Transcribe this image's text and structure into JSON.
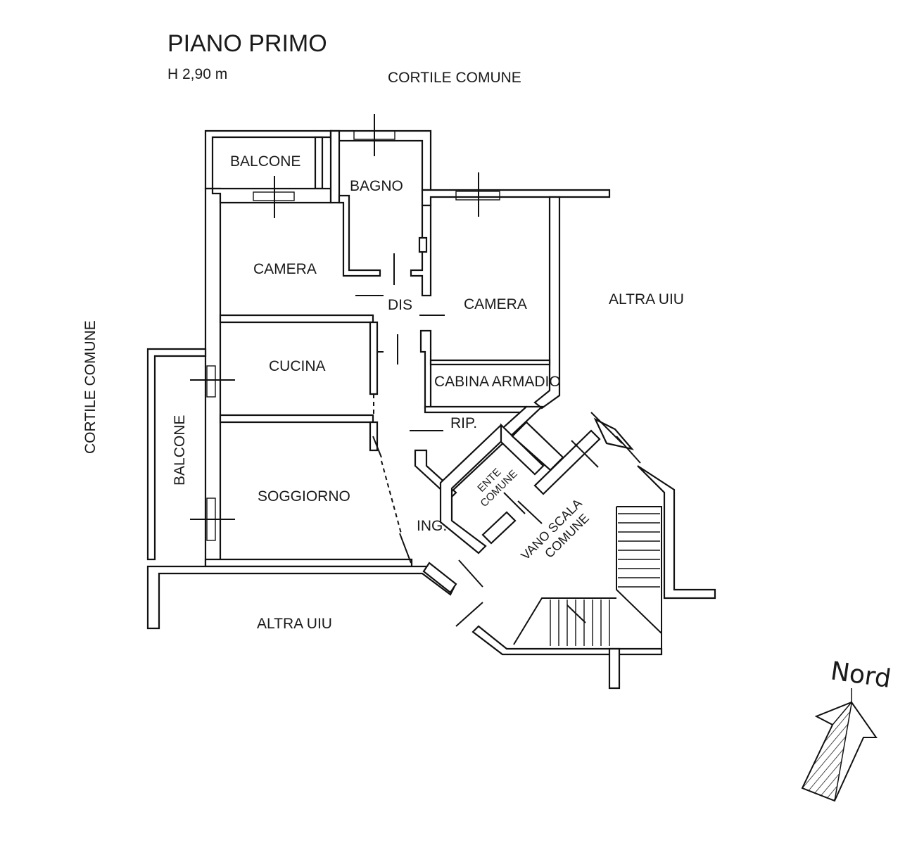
{
  "header": {
    "title": "PIANO PRIMO",
    "height": "H 2,90 m"
  },
  "surroundings": {
    "top": "CORTILE COMUNE",
    "left": "CORTILE COMUNE",
    "right": "ALTRA UIU",
    "bottom": "ALTRA UIU"
  },
  "rooms": {
    "balcone_top": "BALCONE",
    "bagno": "BAGNO",
    "camera_left": "CAMERA",
    "camera_right": "CAMERA",
    "dis": "DIS",
    "cucina": "CUCINA",
    "cabina_armadio": "CABINA ARMADIO",
    "rip": "RIP.",
    "balcone_left": "BALCONE",
    "soggiorno": "SOGGIORNO",
    "ing": "ING.",
    "ente_comune": [
      "ENTE",
      "COMUNE"
    ],
    "vano_scala": [
      "VANO SCALA",
      "COMUNE"
    ]
  },
  "compass": {
    "label": "Nord",
    "icon": "north-arrow-icon"
  },
  "colors": {
    "ink": "#111111",
    "background": "#ffffff"
  }
}
